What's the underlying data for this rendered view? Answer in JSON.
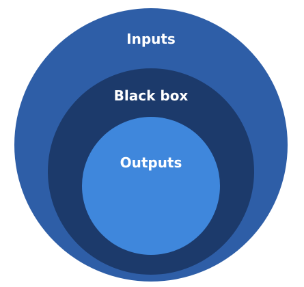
{
  "diagram": {
    "layers": [
      {
        "label": "Inputs",
        "color": "#2e5ea7"
      },
      {
        "label": "Black box",
        "color": "#1c3a6b"
      },
      {
        "label": "Outputs",
        "color": "#3f87dc"
      }
    ]
  }
}
